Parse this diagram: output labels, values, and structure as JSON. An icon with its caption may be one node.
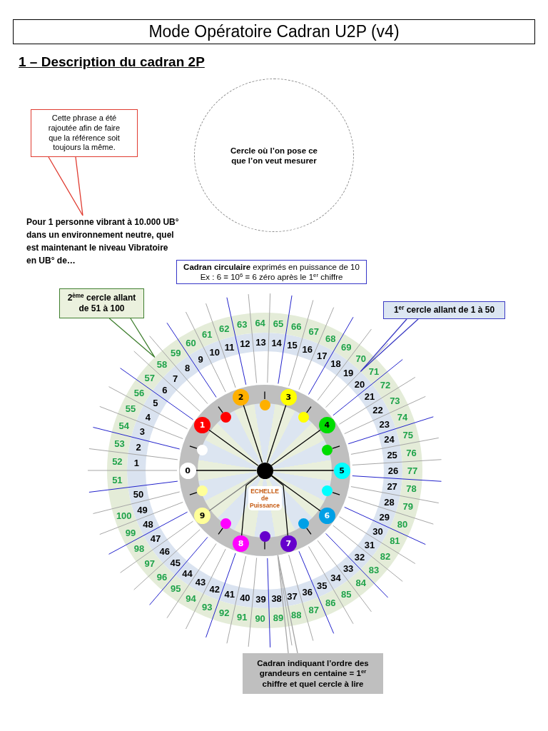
{
  "diagram": {
    "title": "Mode Opératoire Cadran U2P (v4)",
    "nodes": [
      {
        "text": [
          "Cette phrase a été rajoutée afin de faire que la référence soit toujours la même."
        ]
      },
      {
        "text": [
          "Cercle où l’on pose ce que l’on veut mesurer"
        ]
      },
      {
        "text": [
          "Pour 1 personne vibrant à 10.000 UB° dans un environnement neutre, quel est maintenant le niveau Vibratoire en UB° de…"
        ]
      },
      {
        "text": [
          "**Cadran circulaire** exprimés en puissance de 10 Ex : 6 = 10$^{6}$ = 6 zéro après le 1$^{er}$ chiffre"
        ]
      },
      {
        "text": [
          "2$^{ème}$ cercle allant de 51 à 100"
        ]
      },
      {
        "text": [
          "1$^{er}$ cercle allant de 1 à 50"
        ]
      },
      {
        "text": [],
        "shape": "circle"
      },
      {
        "text": [
          "0"
        ],
        "in": 6
      },
      {
        "text": [
          "1"
        ],
        "in": 6
      },
      {
        "text": [
          "2"
        ],
        "in": 6
      },
      {
        "text": [
          "3"
        ],
        "in": 6
      },
      {
        "text": [
          "4"
        ],
        "in": 6
      },
      {
        "text": [
          "5"
        ],
        "in": 6
      },
      {
        "text": [
          "6"
        ],
        "in": 6
      },
      {
        "text": [
          "7"
        ],
        "in": 6
      },
      {
        "text": [
          "8"
        ],
        "in": 6
      },
      {
        "text": [
          "9"
        ],
        "in": 6
      },
      {
        "text": [],
        "shape": "circle",
        "in": 6
      },
      {
        "text": [],
        "shape": "circle",
        "in": 6
      },
      {
        "text": [],
        "shape": "circle",
        "in": 6
      },
      {
        "text": [],
        "shape": "circle",
        "in": 6
      },
      {
        "text": [],
        "shape": "circle",
        "in": 6
      },
      {
        "text": [],
        "shape": "circle",
        "in": 6
      },
      {
        "text": [],
        "shape": "circle",
        "in": 6
      },
      {
        "text": [],
        "shape": "circle",
        "in": 6
      },
      {
        "text": [],
        "shape": "circle",
        "in": 6
      },
      {
        "text": [],
        "shape": "circle",
        "in": 6
      },
      {
        "text": [],
        "shape": "circle",
        "in": 6
      },
      {
        "text": [
          "ECHELLE de Puissance"
        ],
        "in": 6
      },
      {
        "text": [
          "Cadran indiquant l’ordre des grandeurs en centaine = 1$^{er}$ chiffre et quel cercle à lire"
        ]
      }
    ],
    "edges": [
      {
        "from": 0,
        "to": 2,
        "arrow": "none",
        "color": "#e03c31"
      },
      {
        "from": 4,
        "to": null,
        "arrow": "none",
        "color": "#3f7f2f"
      },
      {
        "from": 5,
        "to": null,
        "arrow": "none",
        "color": "#3b3bc4"
      },
      {
        "from": 29,
        "to": 6,
        "arrow": "none",
        "color": "#a6a6a6"
      },
      {
        "from": 27,
        "to": 7,
        "arrow": "none"
      },
      {
        "from": 27,
        "to": 8,
        "arrow": "none"
      },
      {
        "from": 27,
        "to": 9,
        "arrow": "none"
      },
      {
        "from": 27,
        "to": 10,
        "arrow": "none"
      },
      {
        "from": 27,
        "to": 11,
        "arrow": "none"
      },
      {
        "from": 27,
        "to": 12,
        "arrow": "none"
      },
      {
        "from": 27,
        "to": 13,
        "arrow": "none"
      },
      {
        "from": 27,
        "to": 14,
        "arrow": "none"
      },
      {
        "from": 27,
        "to": 15,
        "arrow": "none"
      },
      {
        "from": 27,
        "to": 16,
        "arrow": "none",
        "color": "#7f7f7f"
      }
    ],
    "labels": [
      "1 – Description du cadran 2P",
      "1",
      "2",
      "3",
      "4",
      "5",
      "6",
      "7",
      "8",
      "9",
      "10",
      "11",
      "12",
      "13",
      "14",
      "15",
      "16",
      "17",
      "18",
      "19",
      "20",
      "21",
      "22",
      "23",
      "24",
      "25",
      "26",
      "27",
      "28",
      "29",
      "30",
      "31",
      "32",
      "33",
      "34",
      "35",
      "36",
      "37",
      "38",
      "39",
      "40",
      "41",
      "42",
      "43",
      "44",
      "45",
      "46",
      "47",
      "48",
      "49",
      "50",
      "51",
      "52",
      "53",
      "54",
      "55",
      "56",
      "57",
      "58",
      "59",
      "60",
      "61",
      "62",
      "63",
      "64",
      "65",
      "66",
      "67",
      "68",
      "69",
      "70",
      "71",
      "72",
      "73",
      "74",
      "75",
      "76",
      "77",
      "78",
      "79",
      "80",
      "81",
      "82",
      "83",
      "84",
      "85",
      "86",
      "87",
      "88",
      "89",
      "90",
      "91",
      "92",
      "93",
      "94",
      "95",
      "96",
      "97",
      "98",
      "99",
      "100"
    ]
  }
}
